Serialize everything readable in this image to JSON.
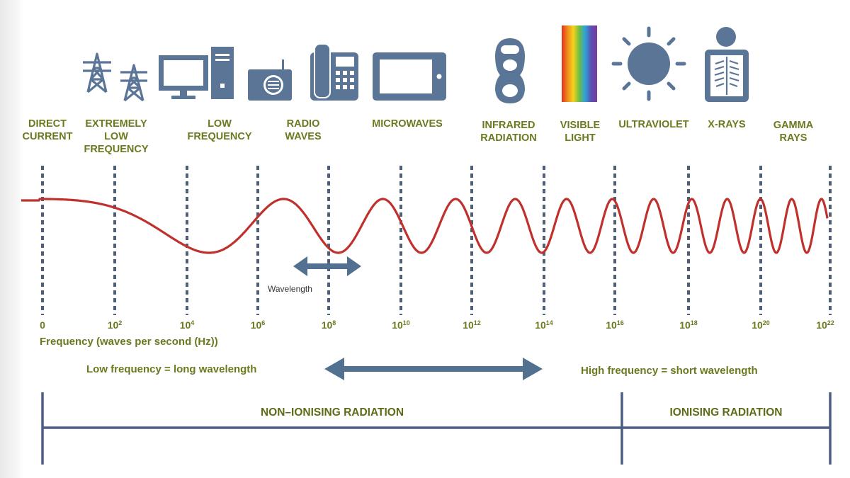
{
  "categories": [
    {
      "name": "DIRECT\nCURRENT"
    },
    {
      "name": "EXTREMELY\nLOW\nFREQUENCY"
    },
    {
      "name": "LOW\nFREQUENCY"
    },
    {
      "name": "RADIO\nWAVES"
    },
    {
      "name": "MICROWAVES"
    },
    {
      "name": "INFRARED\nRADIATION"
    },
    {
      "name": "VISIBLE\nLIGHT"
    },
    {
      "name": "ULTRAVIOLET"
    },
    {
      "name": "X-RAYS"
    },
    {
      "name": "GAMMA\nRAYS"
    }
  ],
  "ticks": [
    {
      "base": "0",
      "exp": ""
    },
    {
      "base": "10",
      "exp": "2"
    },
    {
      "base": "10",
      "exp": "4"
    },
    {
      "base": "10",
      "exp": "6"
    },
    {
      "base": "10",
      "exp": "8"
    },
    {
      "base": "10",
      "exp": "10"
    },
    {
      "base": "10",
      "exp": "12"
    },
    {
      "base": "10",
      "exp": "14"
    },
    {
      "base": "10",
      "exp": "16"
    },
    {
      "base": "10",
      "exp": "18"
    },
    {
      "base": "10",
      "exp": "20"
    },
    {
      "base": "10",
      "exp": "22"
    }
  ],
  "axis_label": "Frequency (waves per second (Hz))",
  "wavelength_label": "Wavelength",
  "low_freq_text": "Low frequency = long wavelength",
  "high_freq_text": "High frequency = short wavelength",
  "non_ionising_label": "NON–IONISING RADIATION",
  "ionising_label": "IONISING RADIATION",
  "icons": [
    "power-tower-icon",
    "computer-icon",
    "radio-icon",
    "telephone-icon",
    "tablet-icon",
    "remote-control-icon",
    "rainbow-spectrum-icon",
    "sun-icon",
    "x-ray-person-icon"
  ],
  "colors": {
    "text": "#6b7a1f",
    "wave": "#c0302c",
    "icon": "#5a7596",
    "arrow": "#52708f",
    "divider": "#4b5f82",
    "gridline": "#4f5f78"
  }
}
